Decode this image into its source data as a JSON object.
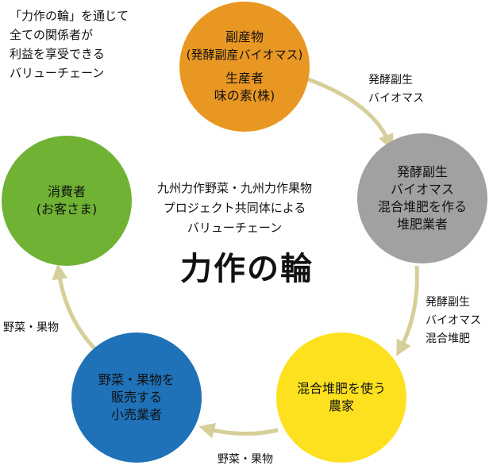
{
  "colors": {
    "orange": "#e99723",
    "gray": "#a0a1a0",
    "yellow": "#fde11f",
    "blue": "#1f71b8",
    "green": "#6fb234",
    "arrow": "#d6cf99"
  },
  "tagline": [
    "「力作の輪」を通じて",
    "全ての関係者が",
    "利益を享受できる",
    "バリューチェーン"
  ],
  "center": {
    "subtitle": [
      "九州力作野菜・九州力作果物",
      "プロジェクト共同体による",
      "バリューチェーン"
    ],
    "title": "力作の輪"
  },
  "nodes": {
    "producer": {
      "lines_top": [
        "副産物",
        "(発酵副産バイオマス)"
      ],
      "lines_bottom": [
        "生産者",
        "味の素(株)"
      ]
    },
    "compost_maker": {
      "lines": [
        "発酵副生",
        "バイオマス",
        "混合堆肥を作る",
        "堆肥業者"
      ]
    },
    "farmer": {
      "lines": [
        "混合堆肥を使う",
        "農家"
      ]
    },
    "retailer": {
      "lines": [
        "野菜・果物を",
        "販売する",
        "小売業者"
      ]
    },
    "consumer": {
      "lines": [
        "消費者",
        "(お客さま)"
      ]
    }
  },
  "flow_labels": {
    "producer_to_compost": [
      "発酵副生",
      "バイオマス"
    ],
    "compost_to_farmer": [
      "発酵副生",
      "バイオマス",
      "混合堆肥"
    ],
    "farmer_to_retailer": "野菜・果物",
    "retailer_to_consumer": "野菜・果物"
  }
}
